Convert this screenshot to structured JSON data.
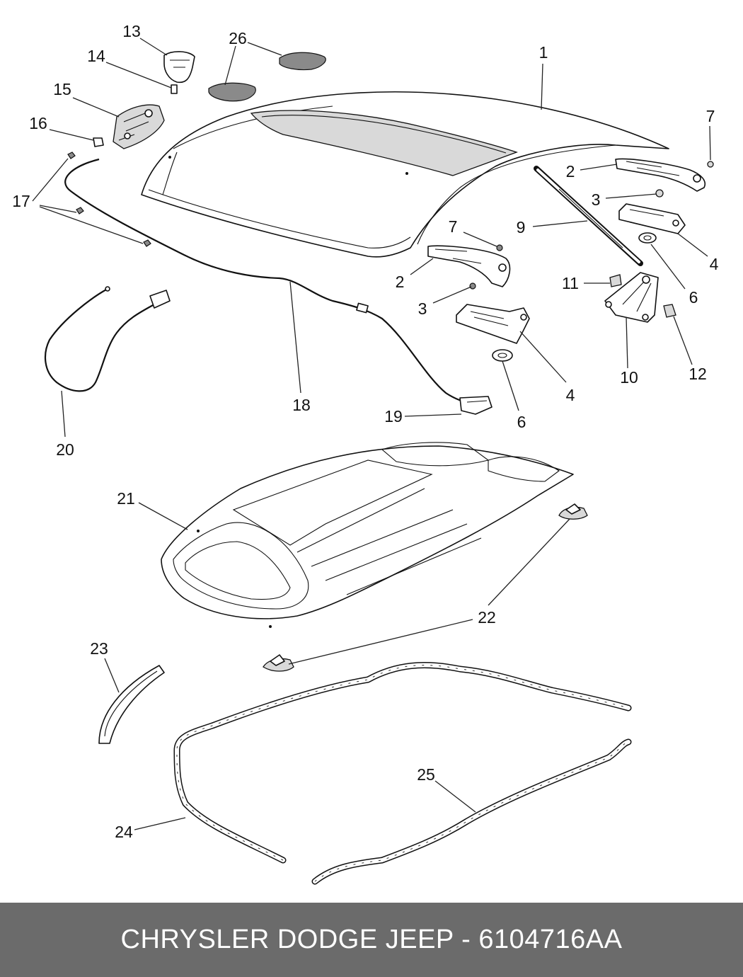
{
  "footer": {
    "caption": "CHRYSLER DODGE JEEP - 6104716AA",
    "background": "#6b6b6b",
    "text_color": "#ffffff"
  },
  "callouts": [
    "1",
    "2",
    "2",
    "3",
    "3",
    "4",
    "4",
    "6",
    "6",
    "7",
    "7",
    "9",
    "10",
    "11",
    "12",
    "13",
    "14",
    "15",
    "16",
    "17",
    "18",
    "19",
    "20",
    "21",
    "22",
    "23",
    "24",
    "25",
    "26"
  ]
}
